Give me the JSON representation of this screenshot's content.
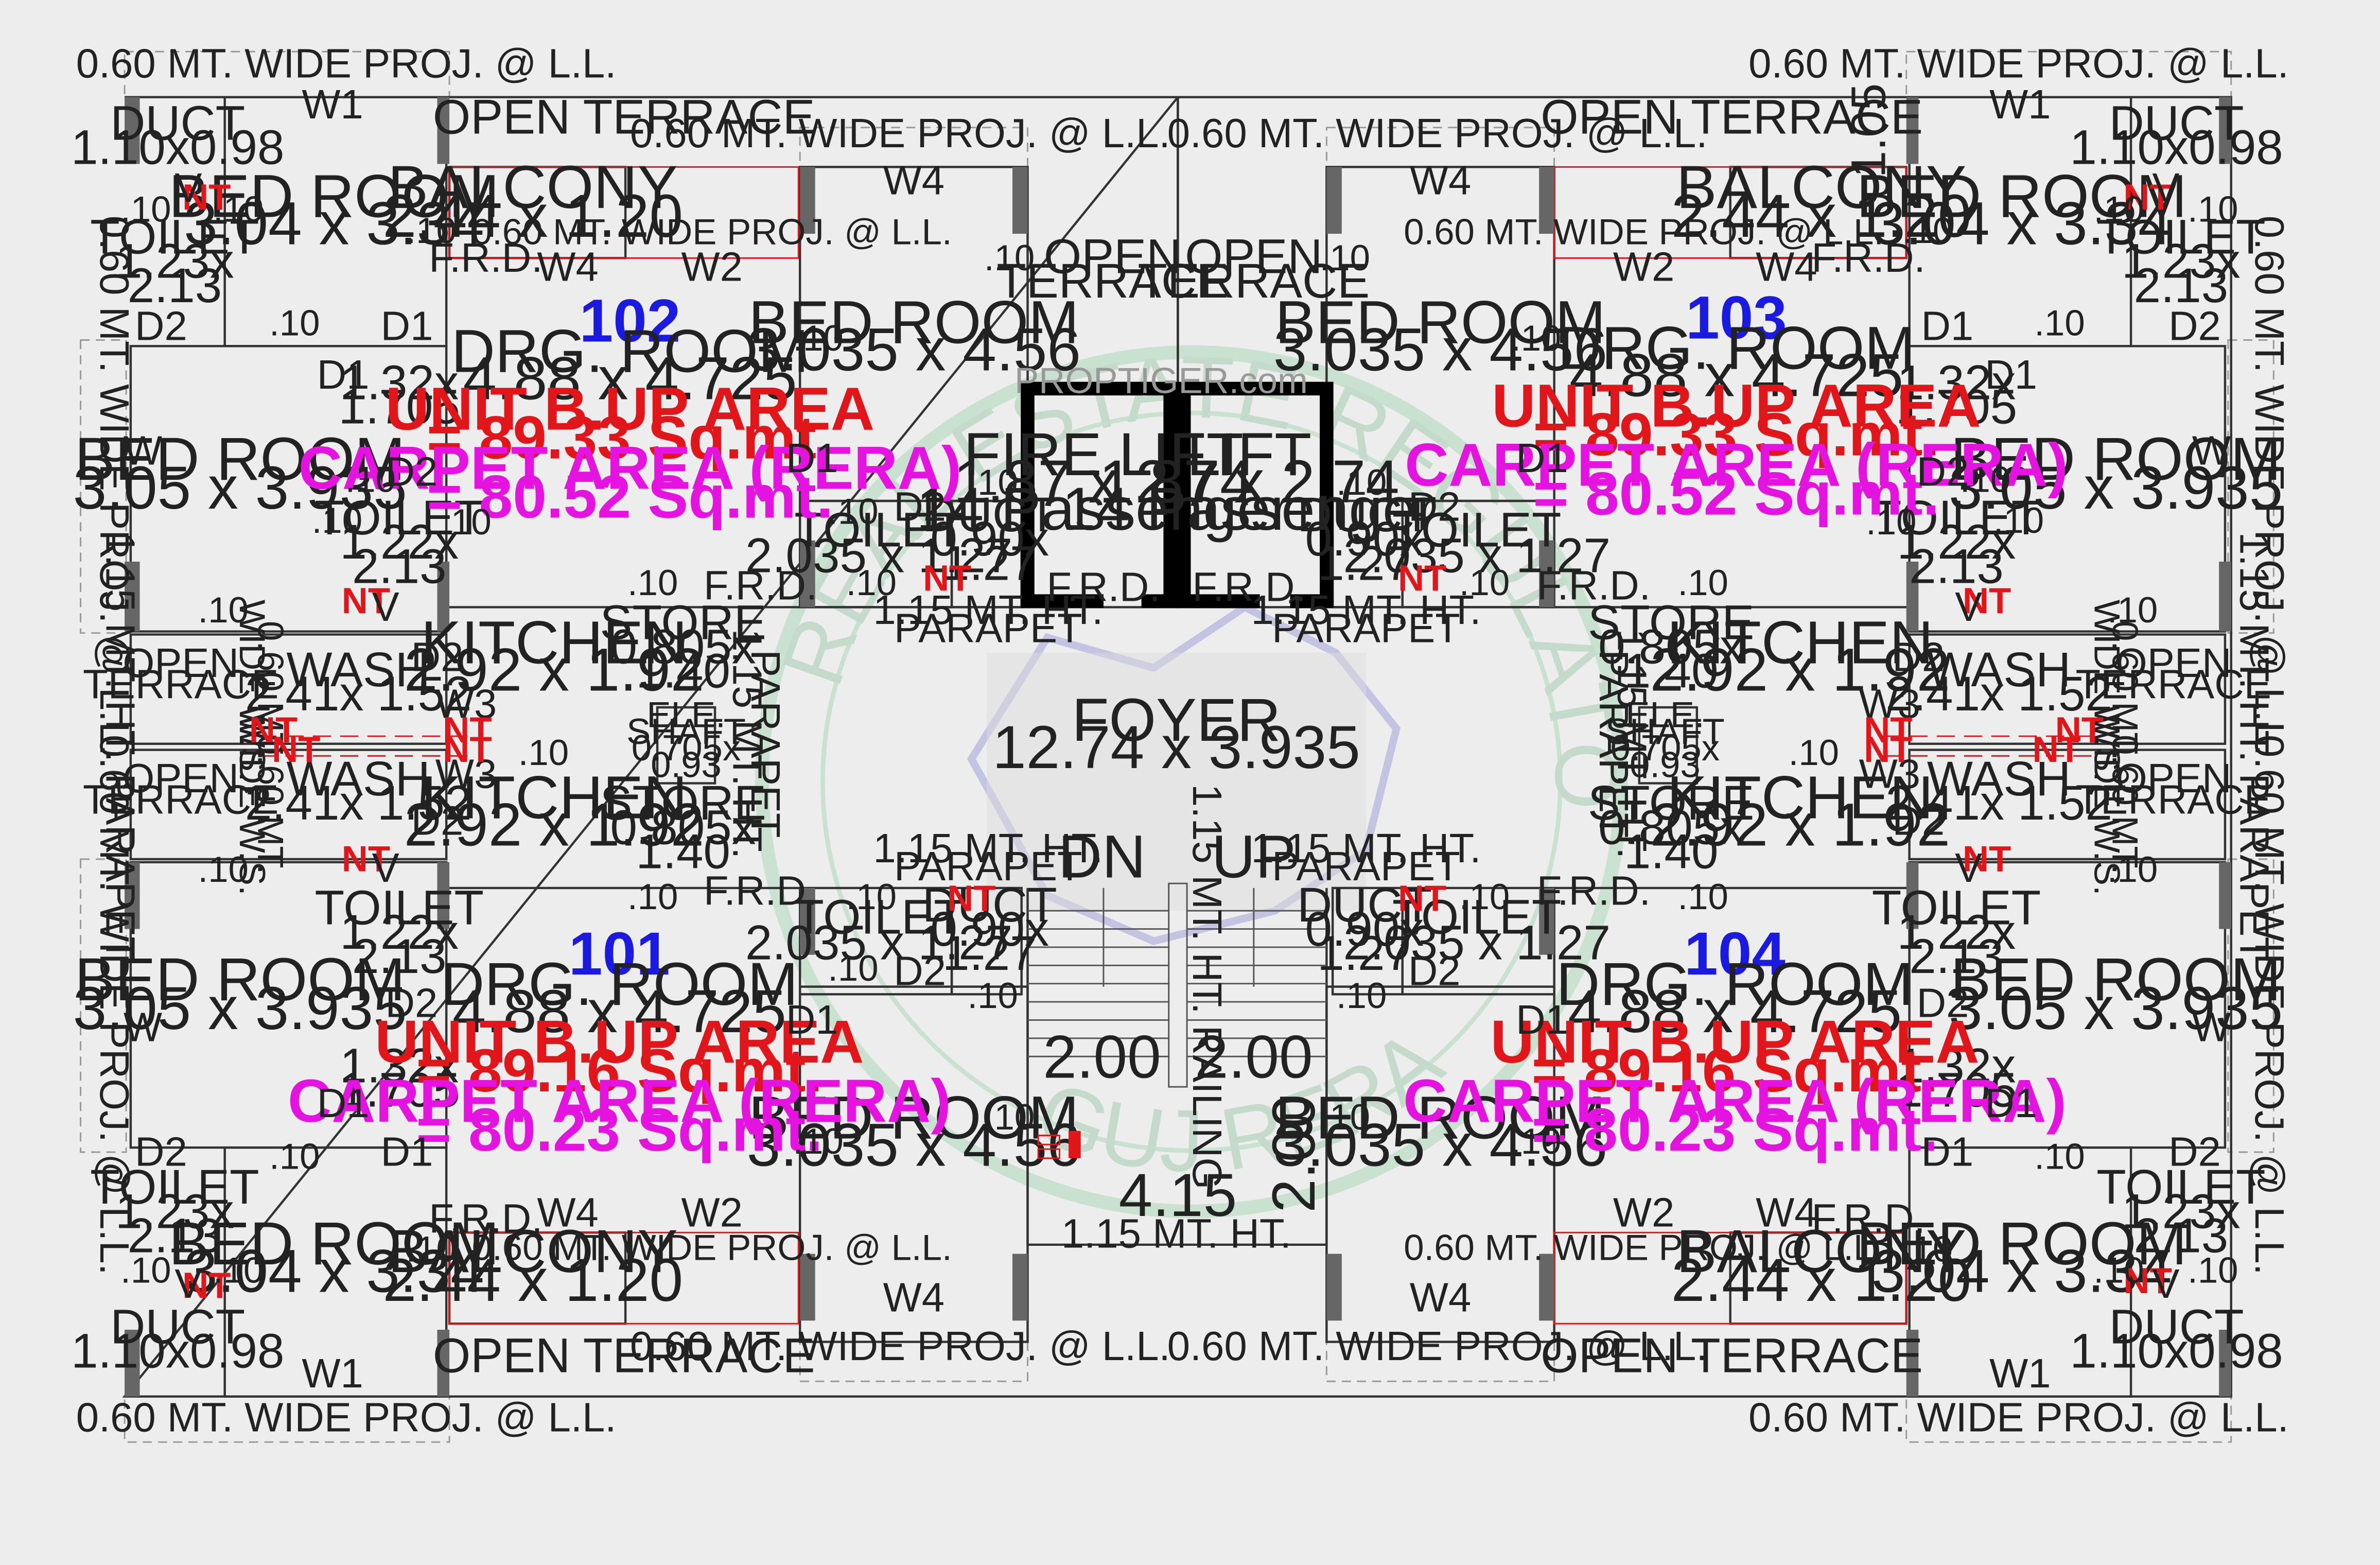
{
  "plan": {
    "units": [
      {
        "no": "102",
        "drg": "DRG. ROOM",
        "drg_size": "4.88 x 4.725",
        "bup": "UNIT B.UP AREA",
        "bup_val": "= 89.33 Sq.mt.",
        "carpet": "CARPET AREA (RERA)",
        "carpet_val": "= 80.52 Sq.mt."
      },
      {
        "no": "103",
        "drg": "DRG. ROOM",
        "drg_size": "4.88 x 4.725",
        "bup": "UNIT B.UP AREA",
        "bup_val": "= 89.33 Sq.mt.",
        "carpet": "CARPET AREA (RERA)",
        "carpet_val": "= 80.52 Sq.mt."
      },
      {
        "no": "101",
        "drg": "DRG. ROOM",
        "drg_size": "4.88 x 4.725",
        "bup": "UNIT B.UP AREA",
        "bup_val": "= 89.16 Sq.mt.",
        "carpet": "CARPET AREA (RERA)",
        "carpet_val": "= 80.23 Sq.mt."
      },
      {
        "no": "104",
        "drg": "DRG. ROOM",
        "drg_size": "4.88 x 4.725",
        "bup": "UNIT B.UP AREA",
        "bup_val": "= 89.16 Sq.mt.",
        "carpet": "CARPET AREA (RERA)",
        "carpet_val": "= 80.23 Sq.mt."
      }
    ],
    "labels": {
      "proj": "0.60 MT. WIDE PROJ. @ L.L.",
      "open_terrace": "OPEN TERRACE",
      "open": "OPEN",
      "terrace": "TERRACE",
      "balcony": "BALCONY",
      "balcony_size": "2.44 x 1.20",
      "bed": "BED ROOM",
      "bed_a": "3.04 x 3.34",
      "bed_b": "3.05 x 3.935",
      "bed_c": "3.035 x 4.56",
      "toilet": "TOILET",
      "t_a1": "1.23x",
      "t_a2": "2.13",
      "t_b1": "1.22x",
      "t_b2": "2.13",
      "t_c": "2.035 x 1.27",
      "duct": "DUCT",
      "duct_a": "1.10x0.98",
      "duct_b1": "0.90x",
      "duct_b2": "1.27",
      "pass1": "1.32x",
      "pass2": "1.705",
      "kitchen": "KITCHEN",
      "kitchen_size": "2.92 x 1.92",
      "wash": "WASH",
      "wash_size": "2.41x 1.52",
      "store": "STORE",
      "store1": "0.805x",
      "store2": "1.40",
      "ele": "ELE.",
      "shaft": "SHAFT",
      "ele1": "0.705x",
      "ele2": "0.93",
      "ws1": "0.60 MT.",
      "ws2": "WIDE W.S.",
      "parapet_v": "1.15 MT. HT. PARAPET",
      "p1": "1.15 MT. HT.",
      "p2": "PARAPET",
      "frd": "F.R.D.",
      "fire_lift": "FIRE LIFT",
      "lift": "LIFT",
      "lift_size": "1.87 x 2.74",
      "passenger": "14 Passenger",
      "foyer": "FOYER",
      "foyer_size": "12.74 x 3.935",
      "dn": "DN",
      "up": "UP",
      "railing": "1.15 MT. HT. RAILING",
      "dim200": "2.00",
      "dim415": "4.15",
      "dim105": "1.05",
      "nt": "NT",
      "v": ".10",
      "vv": "V",
      "w1": "W1",
      "w2": "W2",
      "w3": "W3",
      "w4": "W4",
      "w": "W",
      "d1": "D1",
      "d2": "D2",
      "watermark": "PROPTIGER.com"
    },
    "seal": {
      "text": "REAL ESTATE REGULATORY AUTHORITY",
      "bottom": "GUJ RERA",
      "left": "GUJARAT"
    }
  }
}
